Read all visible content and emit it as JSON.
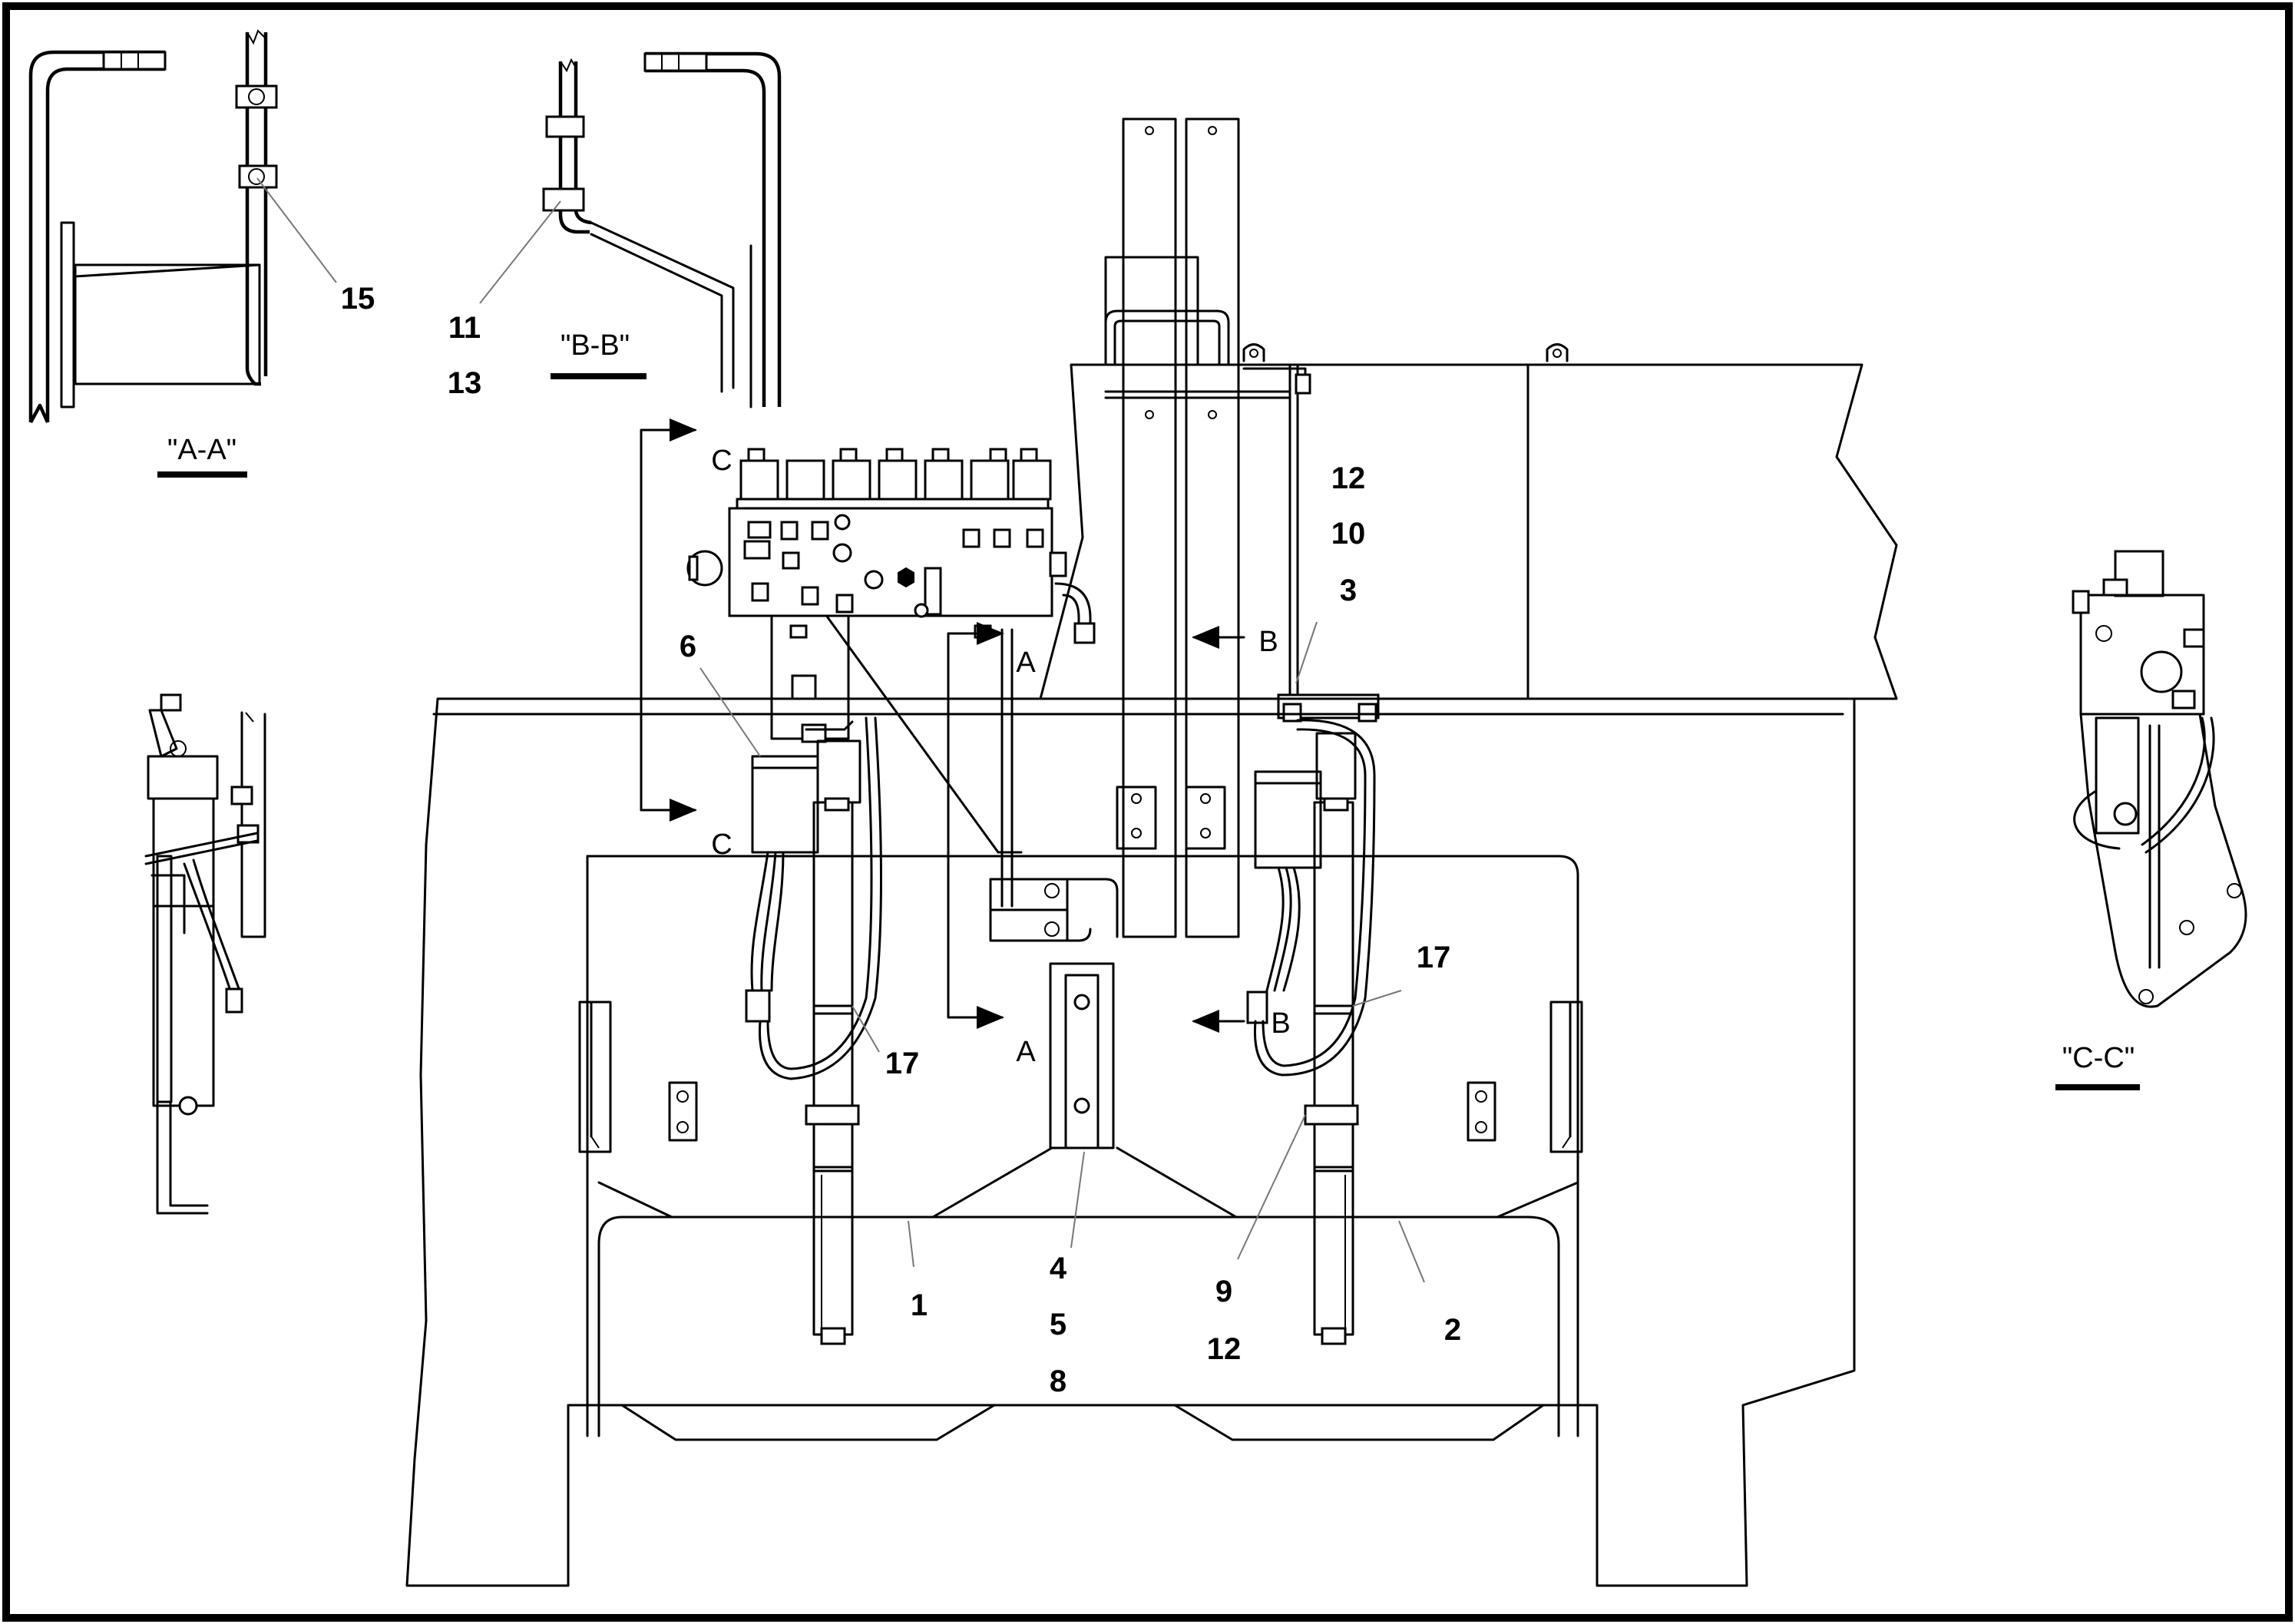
{
  "sections": {
    "aa": "\"A-A\"",
    "bb": "\"B-B\"",
    "cc": "\"C-C\""
  },
  "view_markers": {
    "c_top": "C",
    "c_bottom": "C",
    "a_top": "A",
    "a_bottom": "A",
    "b_top": "B",
    "b_bottom": "B"
  },
  "callouts": {
    "p15": "15",
    "p11": "11",
    "p13": "13",
    "p12_top": "12",
    "p10": "10",
    "p3": "3",
    "p6": "6",
    "p17_left": "17",
    "p17_right": "17",
    "p1": "1",
    "p2": "2",
    "p4": "4",
    "p5": "5",
    "p8": "8",
    "p9": "9",
    "p12_bottom": "12"
  }
}
